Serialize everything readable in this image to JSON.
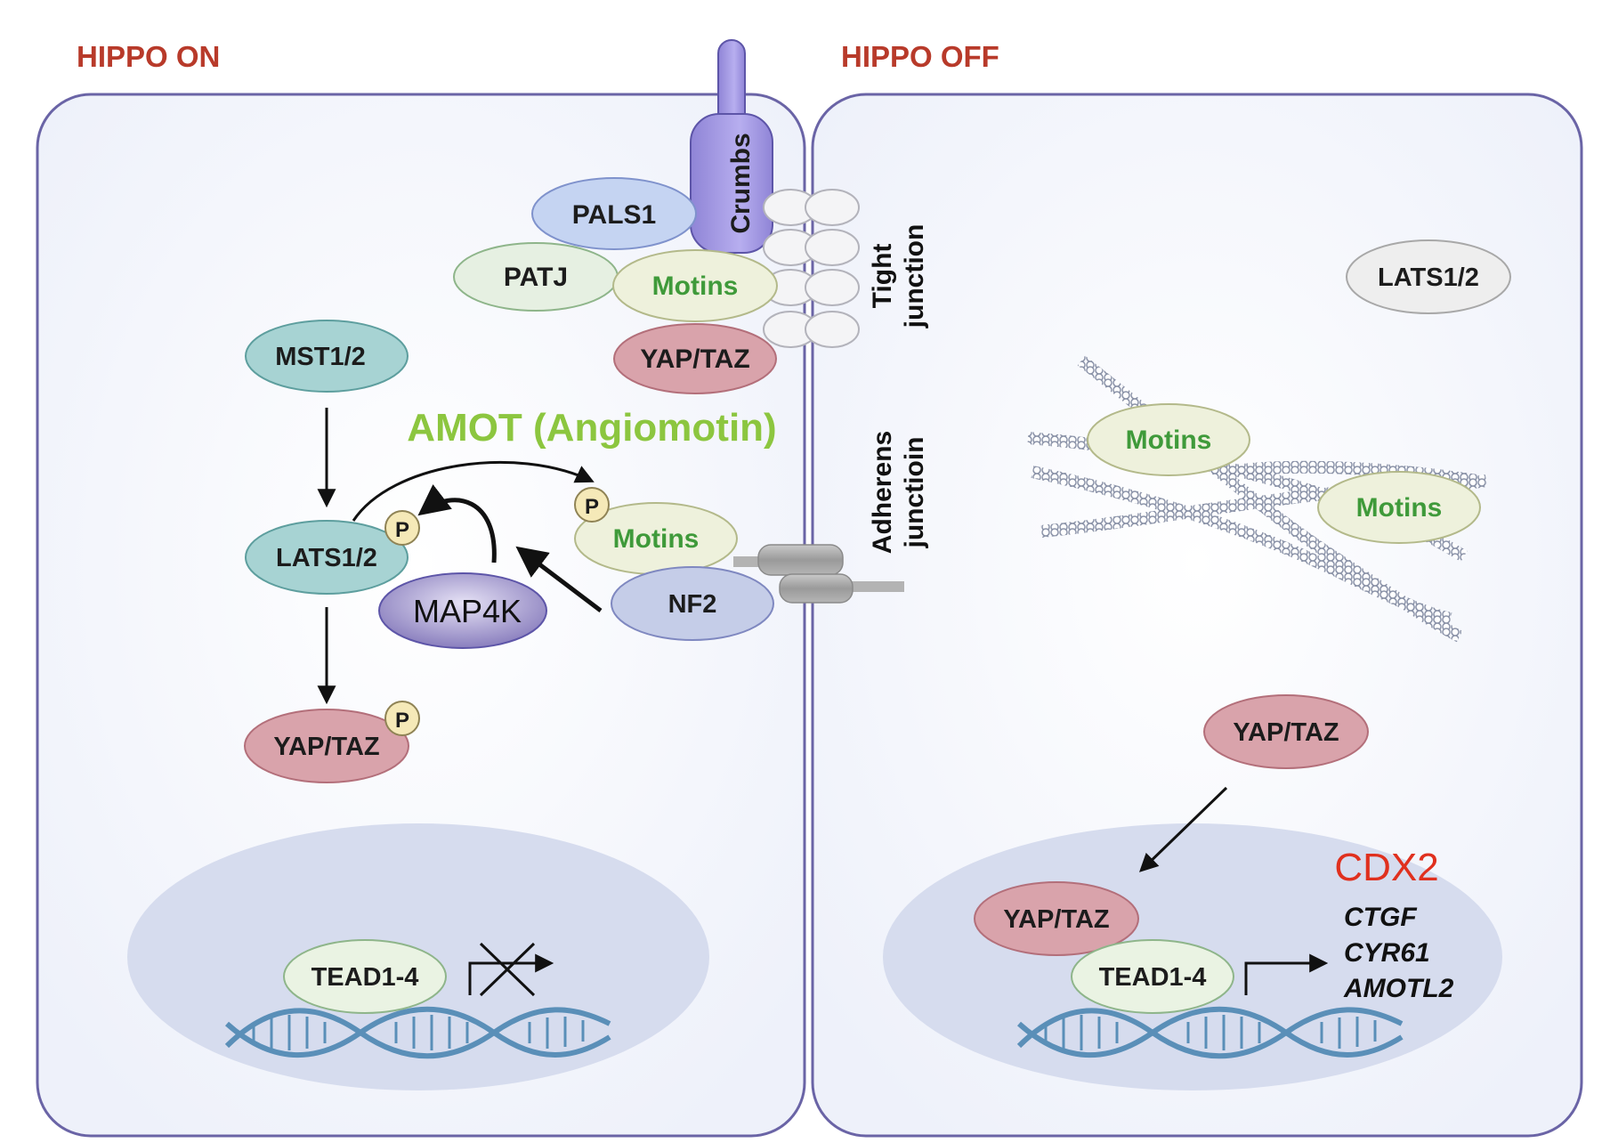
{
  "panels": {
    "left_title": "HIPPO ON",
    "right_title": "HIPPO OFF"
  },
  "membrane": {
    "crumbs": "Crumbs",
    "pals1": "PALS1",
    "patj": "PATJ",
    "motins_tj": "Motins",
    "yaptaz_tj": "YAP/TAZ",
    "tight_junction_line1": "Tight",
    "tight_junction_line2": "junction",
    "adherens_line1": "Adherens",
    "adherens_line2": "junctioin"
  },
  "left": {
    "mst": "MST1/2",
    "lats": "LATS1/2",
    "map4k": "MAP4K",
    "yaptaz": "YAP/TAZ",
    "amot": "AMOT (Angiomotin)",
    "motins": "Motins",
    "nf2": "NF2",
    "tead": "TEAD1-4",
    "phospho": "P"
  },
  "right": {
    "lats": "LATS1/2",
    "motins_a": "Motins",
    "motins_b": "Motins",
    "yaptaz_cyto": "YAP/TAZ",
    "yaptaz_nuc": "YAP/TAZ",
    "tead": "TEAD1-4",
    "cdx2": "CDX2",
    "genes": [
      "CTGF",
      "CYR61",
      "AMOTL2"
    ]
  },
  "colors": {
    "title_red": "#b83a2a",
    "amot_green": "#8cc63f",
    "motins_green": "#3f9a3a",
    "cdx2_red": "#e0301e",
    "teal": "#a7d3d3",
    "pink": "#d9a3ab",
    "crumbs_purple": "#a59be0",
    "nucleus": "#d6dcee"
  }
}
